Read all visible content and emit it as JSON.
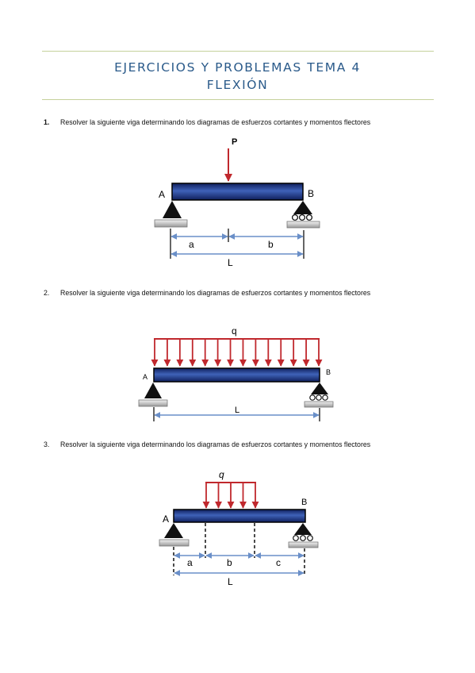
{
  "header": {
    "title_line1": "EJERCICIOS Y PROBLEMAS TEMA 4",
    "title_line2": "FLEXIÓN"
  },
  "problems": [
    {
      "number": "1.",
      "text": "Resolver la siguiente viga determinando los diagramas de esfuerzos cortantes y momentos flectores",
      "labels": {
        "load": "P",
        "support_a": "A",
        "support_b": "B",
        "dim_a": "a",
        "dim_b": "b",
        "dim_L": "L"
      }
    },
    {
      "number": "2.",
      "text": "Resolver la siguiente viga determinando los diagramas de esfuerzos cortantes y momentos flectores",
      "labels": {
        "load": "q",
        "support_a": "A",
        "support_b": "B",
        "dim_L": "L"
      }
    },
    {
      "number": "3.",
      "text": "Resolver la siguiente viga determinando los diagramas de esfuerzos cortantes y momentos flectores",
      "labels": {
        "load": "q",
        "support_a": "A",
        "support_b": "B",
        "dim_a": "a",
        "dim_b": "b",
        "dim_c": "c",
        "dim_L": "L"
      }
    }
  ],
  "colors": {
    "title": "#2a5a8a",
    "rule": "#c5d19b",
    "beam_dark": "#0f1f5c",
    "beam_light": "#3f62b8",
    "load_arrow": "#c0282d",
    "dimension": "#6a8fc8",
    "support": "#111111"
  }
}
